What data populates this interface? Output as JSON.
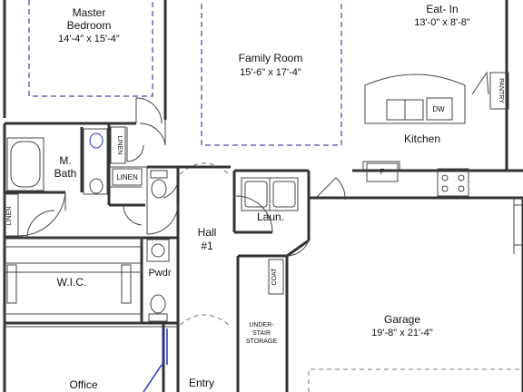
{
  "rooms": {
    "master": {
      "name_1": "Master",
      "name_2": "Bedroom",
      "dim": "14'-4\" x 15'-4\""
    },
    "family": {
      "name": "Family Room",
      "dim": "15'-6\" x 17'-4\""
    },
    "eat_in": {
      "name": "Eat- In",
      "dim": "13'-0\" x 8'-8\""
    },
    "kitchen": {
      "name": "Kitchen",
      "dw": "DW"
    },
    "pantry": {
      "name": "PANTRY"
    },
    "master_bath": {
      "name_1": "M.",
      "name_2": "Bath"
    },
    "linen_1": {
      "name": "LINEN"
    },
    "linen_2": {
      "name": "LINEN"
    },
    "linen_3": {
      "name": "LINEN"
    },
    "fridge": {
      "name": "F"
    },
    "laundry": {
      "name": "Laun."
    },
    "hall": {
      "name_1": "Hall",
      "name_2": "#1"
    },
    "wic": {
      "name": "W.I.C."
    },
    "powder": {
      "name": "Pwdr"
    },
    "coat": {
      "name": "COAT"
    },
    "under_stair": {
      "line_1": "UNDER-",
      "line_2": "STAIR",
      "line_3": "STORAGE"
    },
    "garage": {
      "name": "Garage",
      "dim": "19'-8\" x 21'-4\""
    },
    "office": {
      "name": "Office"
    },
    "entry": {
      "name": "Entry"
    }
  },
  "colors": {
    "wall": "#333333",
    "dash_blue": "#1a1a9e",
    "door_blue": "#2233cc",
    "line": "#444444"
  }
}
